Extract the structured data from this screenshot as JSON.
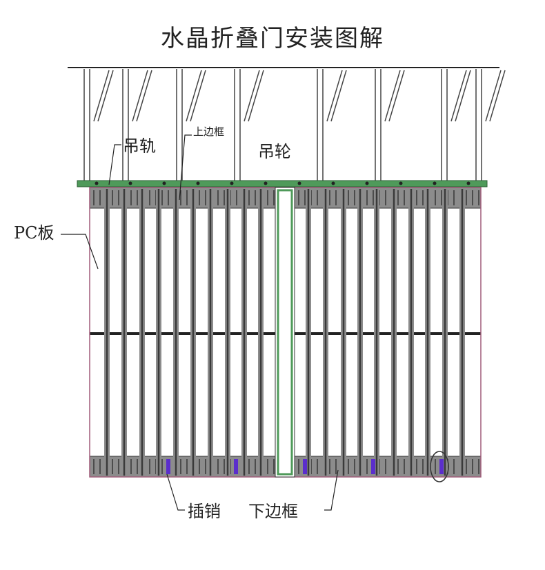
{
  "title": "水晶折叠门安装图解",
  "labels": {
    "hanging_rail": "吊轨",
    "top_frame": "上边框",
    "pulley": "吊轮",
    "pc_panel": "PC板",
    "pin": "插销",
    "bottom_frame": "下边框"
  },
  "colors": {
    "rail_green": "#4f9a5a",
    "frame_gray": "#8c8c8c",
    "bar_dark": "#3a3a3a",
    "panel_edge": "#a05c7a",
    "pin_purple": "#5b2ecc"
  }
}
